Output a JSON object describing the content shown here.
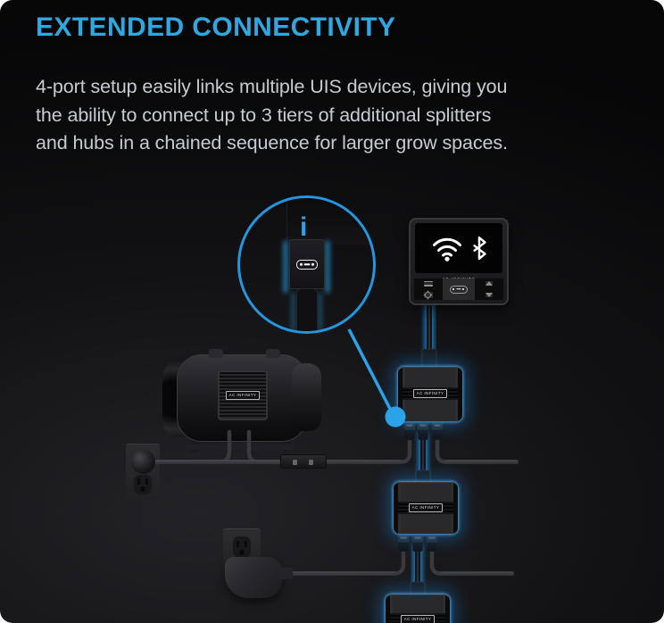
{
  "image": {
    "title": "EXTENDED CONNECTIVITY",
    "body_lines": [
      "4-port setup easily links multiple UIS devices, giving you",
      "the ability to connect up to 3 tiers of additional splitters",
      "and hubs in a chained sequence for larger grow spaces."
    ]
  },
  "colors": {
    "title_blue": "#2fa7e0",
    "accent_blue": "#2aa3e8",
    "cable_glow": "#1f8fe0",
    "background": "#0a0a0b"
  },
  "diagram": {
    "callout": {
      "logo": "i"
    },
    "controller": {
      "brand": "AC INFINITY",
      "screen_icons": [
        "wifi",
        "bluetooth"
      ]
    },
    "fan": {
      "brand": "AC INFINITY"
    },
    "splitters": [
      {
        "brand": "AC INFINITY"
      },
      {
        "brand": "AC INFINITY"
      },
      {
        "brand": "AC INFINITY"
      }
    ]
  }
}
